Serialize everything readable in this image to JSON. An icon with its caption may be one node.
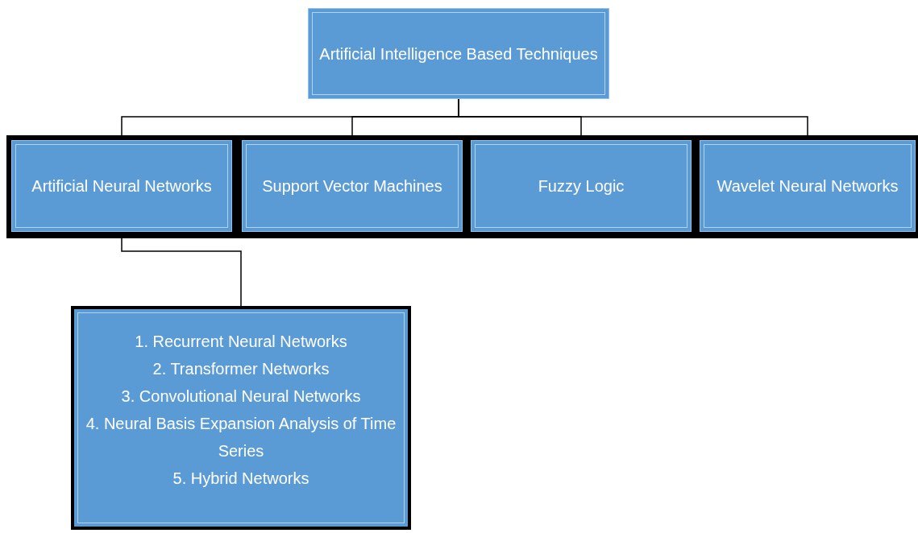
{
  "diagram": {
    "nodes": [
      {
        "text": [
          "Artificial Intelligence Based Techniques"
        ]
      },
      {
        "text": [
          "Artificial Neural Networks"
        ]
      },
      {
        "text": [
          "Support Vector Machines"
        ]
      },
      {
        "text": [
          "Fuzzy Logic"
        ]
      },
      {
        "text": [
          "Wavelet Neural Networks"
        ]
      },
      {
        "text": [
          "1. Recurrent Neural Networks",
          "2. Transformer Networks",
          "3. Convolutional Neural Networks",
          "4. Neural Basis Expansion Analysis of Time Series",
          "5. Hybrid Networks"
        ]
      }
    ],
    "edges": [
      {
        "from": 0,
        "to": 1,
        "arrow": "none"
      },
      {
        "from": 0,
        "to": 2,
        "arrow": "none"
      },
      {
        "from": 0,
        "to": 3,
        "arrow": "none"
      },
      {
        "from": 0,
        "to": 4,
        "arrow": "none"
      },
      {
        "from": 1,
        "to": 5,
        "arrow": "none"
      }
    ]
  }
}
